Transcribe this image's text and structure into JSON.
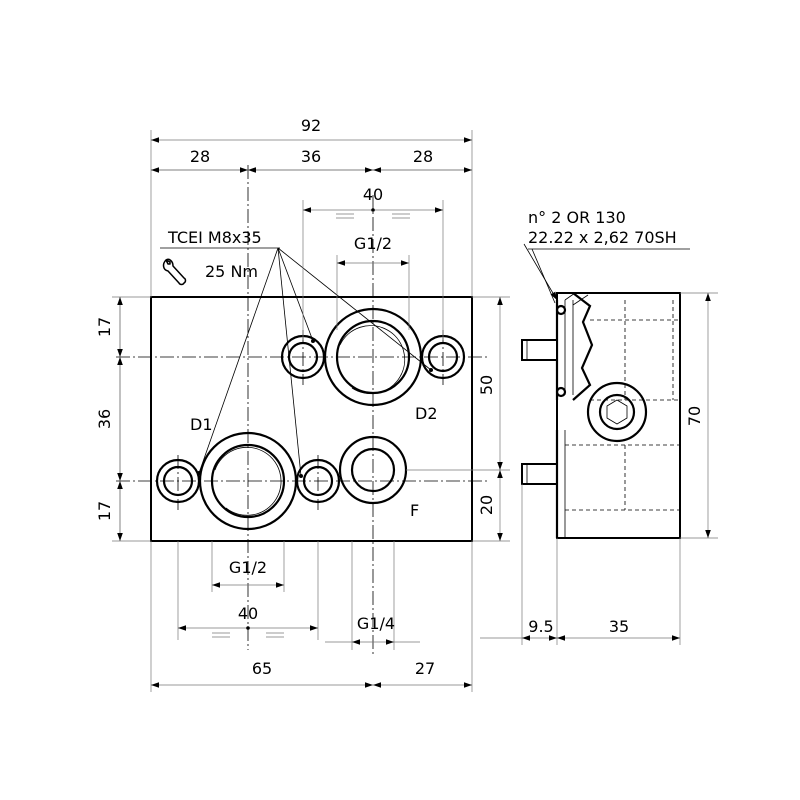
{
  "overall": {
    "width": "92",
    "seg_left": "28",
    "seg_mid": "36",
    "seg_right": "28",
    "bottom_left": "65",
    "bottom_right": "27"
  },
  "left_height": {
    "top": "17",
    "mid": "36",
    "bottom": "17"
  },
  "right_height": {
    "upper": "50",
    "lower": "20"
  },
  "top_ports": {
    "spacing": "40",
    "thread": "G1/2",
    "label": "D2"
  },
  "bottom_ports": {
    "spacing": "40",
    "thread": "G1/2",
    "label": "D1"
  },
  "f_port": {
    "thread": "G1/4",
    "label": "F"
  },
  "screws": {
    "spec": "TCEI M8x35",
    "torque": "25 Nm",
    "tool_icon": "wrench-icon"
  },
  "side_view": {
    "oring_line1": "n° 2 OR 130",
    "oring_line2": "22.22 x 2,62 70SH",
    "height": "70",
    "offset": "9.5",
    "depth": "35"
  }
}
